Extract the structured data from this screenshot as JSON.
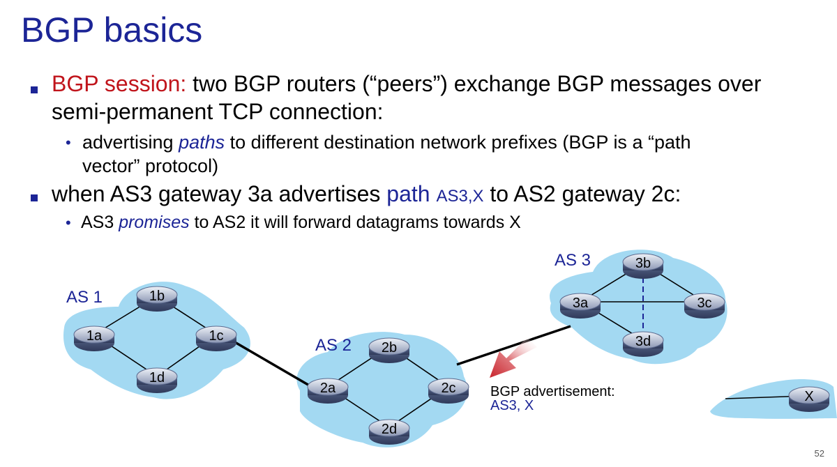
{
  "title": "BGP basics",
  "bullets": {
    "b1_lead": "BGP session:",
    "b1_rest_line1": " two BGP routers (“peers”) exchange BGP messages over",
    "b1_line2": "semi-permanent TCP connection:",
    "b1_sub_a": "advertising ",
    "b1_sub_paths": "paths",
    "b1_sub_b": " to different destination network prefixes (BGP  is a “path",
    "b1_sub_line2": "vector” protocol)",
    "b2_a": "when AS3 gateway 3a advertises ",
    "b2_path": "path ",
    "b2_pathval": "AS3,X",
    "b2_b": " to AS2 gateway 2c:",
    "b2_sub_a": "AS3 ",
    "b2_sub_promises": "promises",
    "b2_sub_b": " to AS2 it will forward datagrams towards X"
  },
  "diagram": {
    "as_labels": [
      "AS 1",
      "AS 2",
      "AS 3"
    ],
    "routers": [
      "1a",
      "1b",
      "1c",
      "1d",
      "2a",
      "2b",
      "2c",
      "2d",
      "3a",
      "3b",
      "3c",
      "3d",
      "X"
    ],
    "advertisement_line1": "BGP advertisement:",
    "advertisement_line2": "AS3, X"
  },
  "colors": {
    "title": "#1c2596",
    "accent_red": "#c0141b",
    "cloud": "#a3d9f2",
    "arrow": "#c8252d"
  },
  "page_number": "52"
}
